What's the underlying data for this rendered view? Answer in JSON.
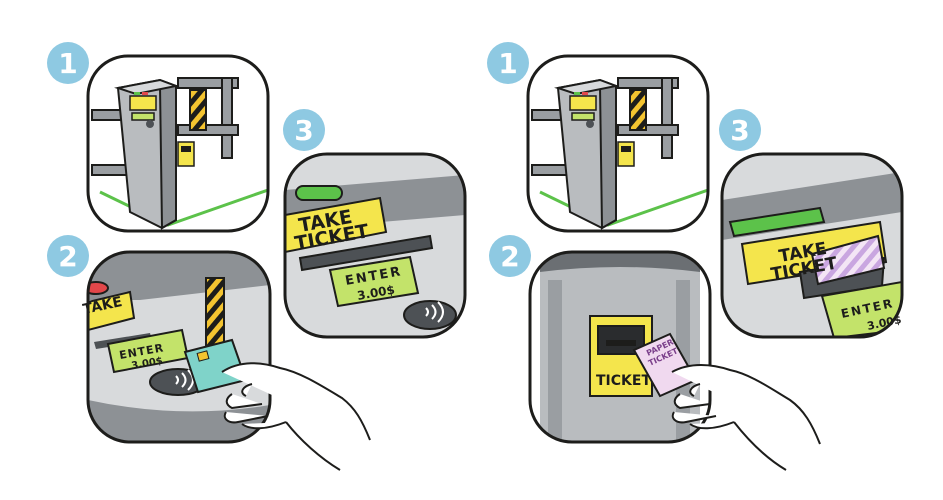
{
  "steps": {
    "one": "1",
    "two": "2",
    "three": "3"
  },
  "labels": {
    "take_ticket_line1": "TAKE",
    "take_ticket_line2": "TICKET",
    "enter": "ENTER",
    "price": "3.00$",
    "ticket_slot": "TICKET",
    "paper_ticket_line1": "PAPER",
    "paper_ticket_line2": "TICKET"
  },
  "colors": {
    "badge": "#8ec9e2",
    "panel_yellow": "#f4e54c",
    "screen_green": "#c3e36a",
    "led_green": "#5cc24a",
    "led_red": "#e2474a",
    "card_teal": "#7fd3c9",
    "paper_ticket": "#f0d9ef",
    "body_grey": "#b9bcbf",
    "dark_grey": "#5e6266",
    "outline": "#1d1d1b"
  },
  "icons": [
    "contactless-icon",
    "chip-icon",
    "hand-icon"
  ]
}
